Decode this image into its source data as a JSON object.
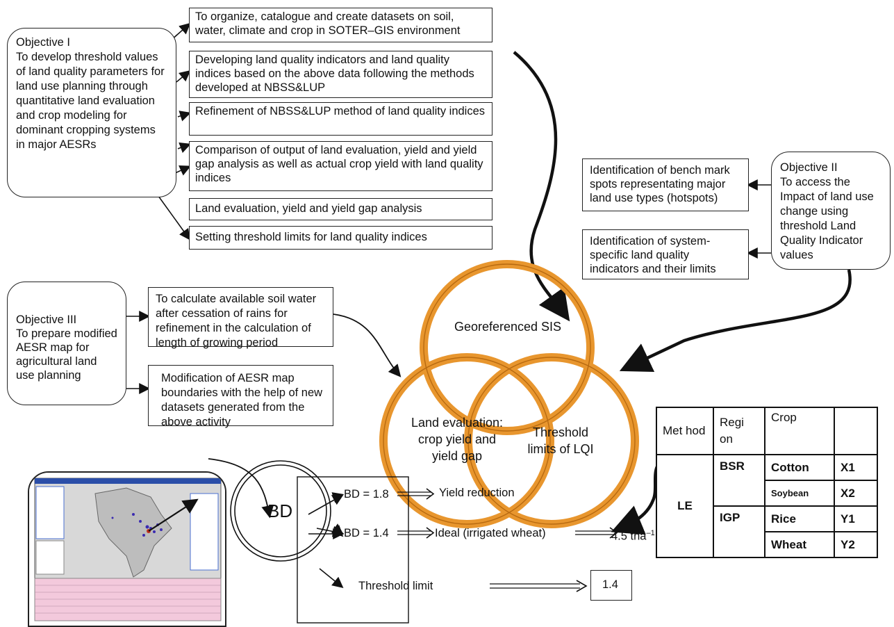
{
  "objective1": {
    "title": "Objective I",
    "text": "To develop threshold values of land quality parameters for land use planning through quantitative land evaluation and crop modeling for dominant cropping systems in major AESRs"
  },
  "objective1_tasks": [
    "To organize, catalogue and create datasets on soil, water, climate and crop in SOTER–GIS environment",
    "Developing land quality indicators and land quality indices based on the above data following the methods developed at NBSS&LUP",
    "Refinement of NBSS&LUP method of land quality indices",
    "Comparison of output of land evaluation, yield and yield gap analysis as well as actual crop yield with land quality indices",
    "Land evaluation, yield and yield gap analysis",
    "Setting threshold limits for land quality indices"
  ],
  "objective2": {
    "title": "Objective II",
    "text": "To access the Impact of land use change using threshold Land Quality Indicator values"
  },
  "objective2_tasks": [
    "Identification of bench mark spots representating major land use types (hotspots)",
    "Identification of system-specific land quality indicators and their limits"
  ],
  "objective3": {
    "title": "Objective III",
    "text": "To prepare modified AESR map for agricultural land use planning"
  },
  "objective3_tasks": [
    "To calculate available soil water after cessation of rains for refinement in the calculation of length of growing period",
    "Modification of AESR map boundaries with the help of new datasets generated from the above activity"
  ],
  "venn": {
    "top": "Georeferenced SIS",
    "left": "Land evaluation: crop yield and yield gap",
    "right": "Threshold limits of LQI",
    "circle_color": "#e8962e"
  },
  "bd": {
    "label": "BD",
    "branch1": "BD = 1.8",
    "outcome1": "Yield reduction",
    "branch2": "BD = 1.4",
    "outcome2": "Ideal (irrigated wheat)",
    "yield": "4.5 tha",
    "yield_sup": "–1",
    "threshold_label": "Threshold limit",
    "threshold_value": "1.4"
  },
  "table": {
    "headers": [
      "Met hod",
      "Regi on",
      "Crop",
      ""
    ],
    "method": "LE",
    "rows": [
      {
        "region": "BSR",
        "crop": "Cotton",
        "code": "X1"
      },
      {
        "region": "",
        "crop": "Soybean",
        "code": "X2"
      },
      {
        "region": "IGP",
        "crop": "Rice",
        "code": "Y1"
      },
      {
        "region": "",
        "crop": "Wheat",
        "code": "Y2"
      }
    ]
  }
}
